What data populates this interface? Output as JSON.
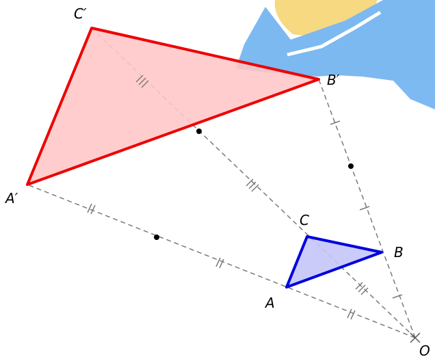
{
  "diagram": {
    "labels": {
      "A": "A",
      "B": "B",
      "C": "C",
      "A_prime": "A′",
      "B_prime": "B′",
      "C_prime": "C′",
      "O": "O"
    },
    "colors": {
      "original_fill": "#c5c5fa",
      "original_stroke": "#0000dd",
      "image_fill": "#ffc6c6",
      "image_stroke": "#ee0000",
      "ray": "#7a7a7a",
      "watermark_yellow": "#f7d77c",
      "watermark_blue": "#76b6f0"
    }
  }
}
